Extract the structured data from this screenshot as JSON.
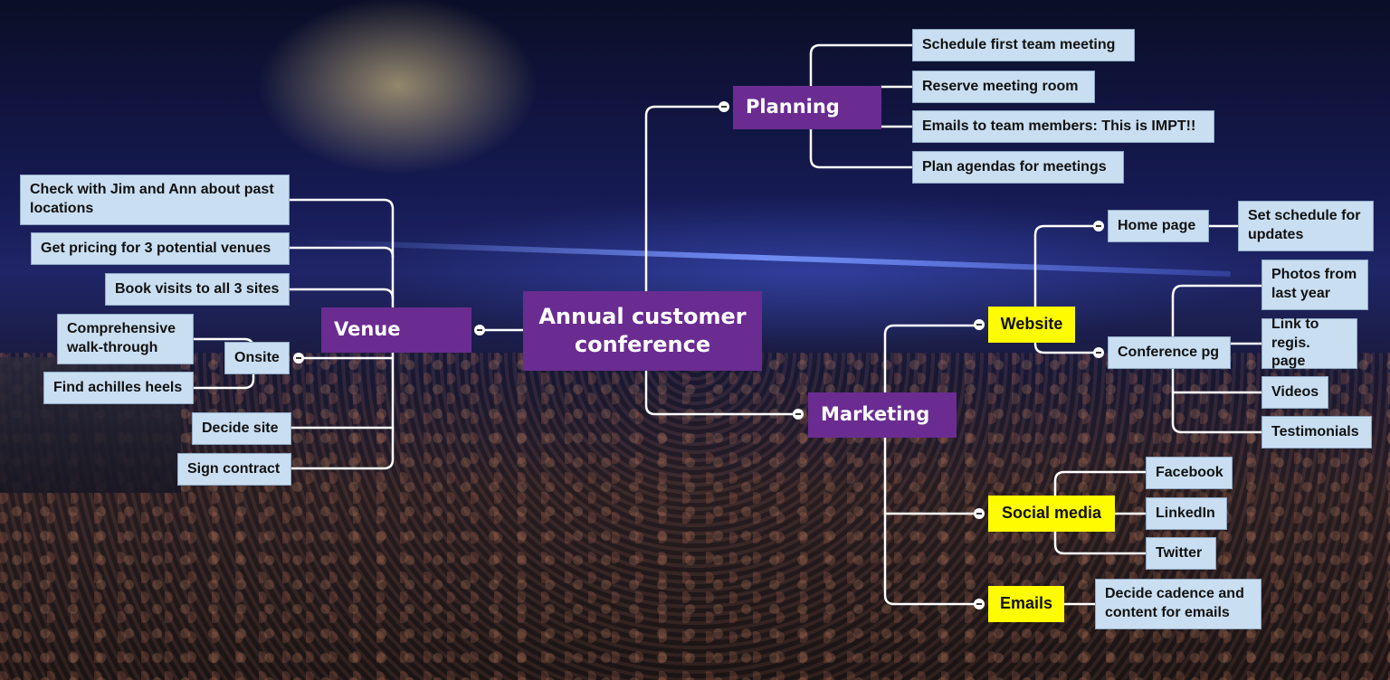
{
  "central": {
    "label": "Annual customer conference"
  },
  "planning": {
    "label": "Planning",
    "items": [
      "Schedule first team meeting",
      "Reserve meeting room",
      "Emails to team members: This is IMPT!!",
      "Plan agendas for meetings"
    ]
  },
  "venue": {
    "label": "Venue",
    "items": {
      "check_jim_ann": "Check with Jim and Ann about past locations",
      "get_pricing": "Get pricing for 3 potential venues",
      "book_visits": "Book visits to all 3 sites",
      "onsite": "Onsite",
      "walkthrough": "Comprehensive walk-through",
      "achilles": "Find achilles heels",
      "decide_site": "Decide site",
      "sign_contract": "Sign contract"
    }
  },
  "marketing": {
    "label": "Marketing",
    "website": {
      "label": "Website",
      "home_page": "Home page",
      "set_schedule": "Set schedule for updates",
      "conference_pg": "Conference pg",
      "photos": "Photos from last year",
      "link": "Link to regis. page",
      "videos": "Videos",
      "testimonials": "Testimonials"
    },
    "social": {
      "label": "Social media",
      "facebook": "Facebook",
      "linkedin": "LinkedIn",
      "twitter": "Twitter"
    },
    "emails": {
      "label": "Emails",
      "cadence": "Decide cadence and content for emails"
    }
  },
  "colors": {
    "branch": "#6a2c91",
    "topic": "#c9def1",
    "subtopic": "#fffb00",
    "connector": "#ffffff"
  }
}
